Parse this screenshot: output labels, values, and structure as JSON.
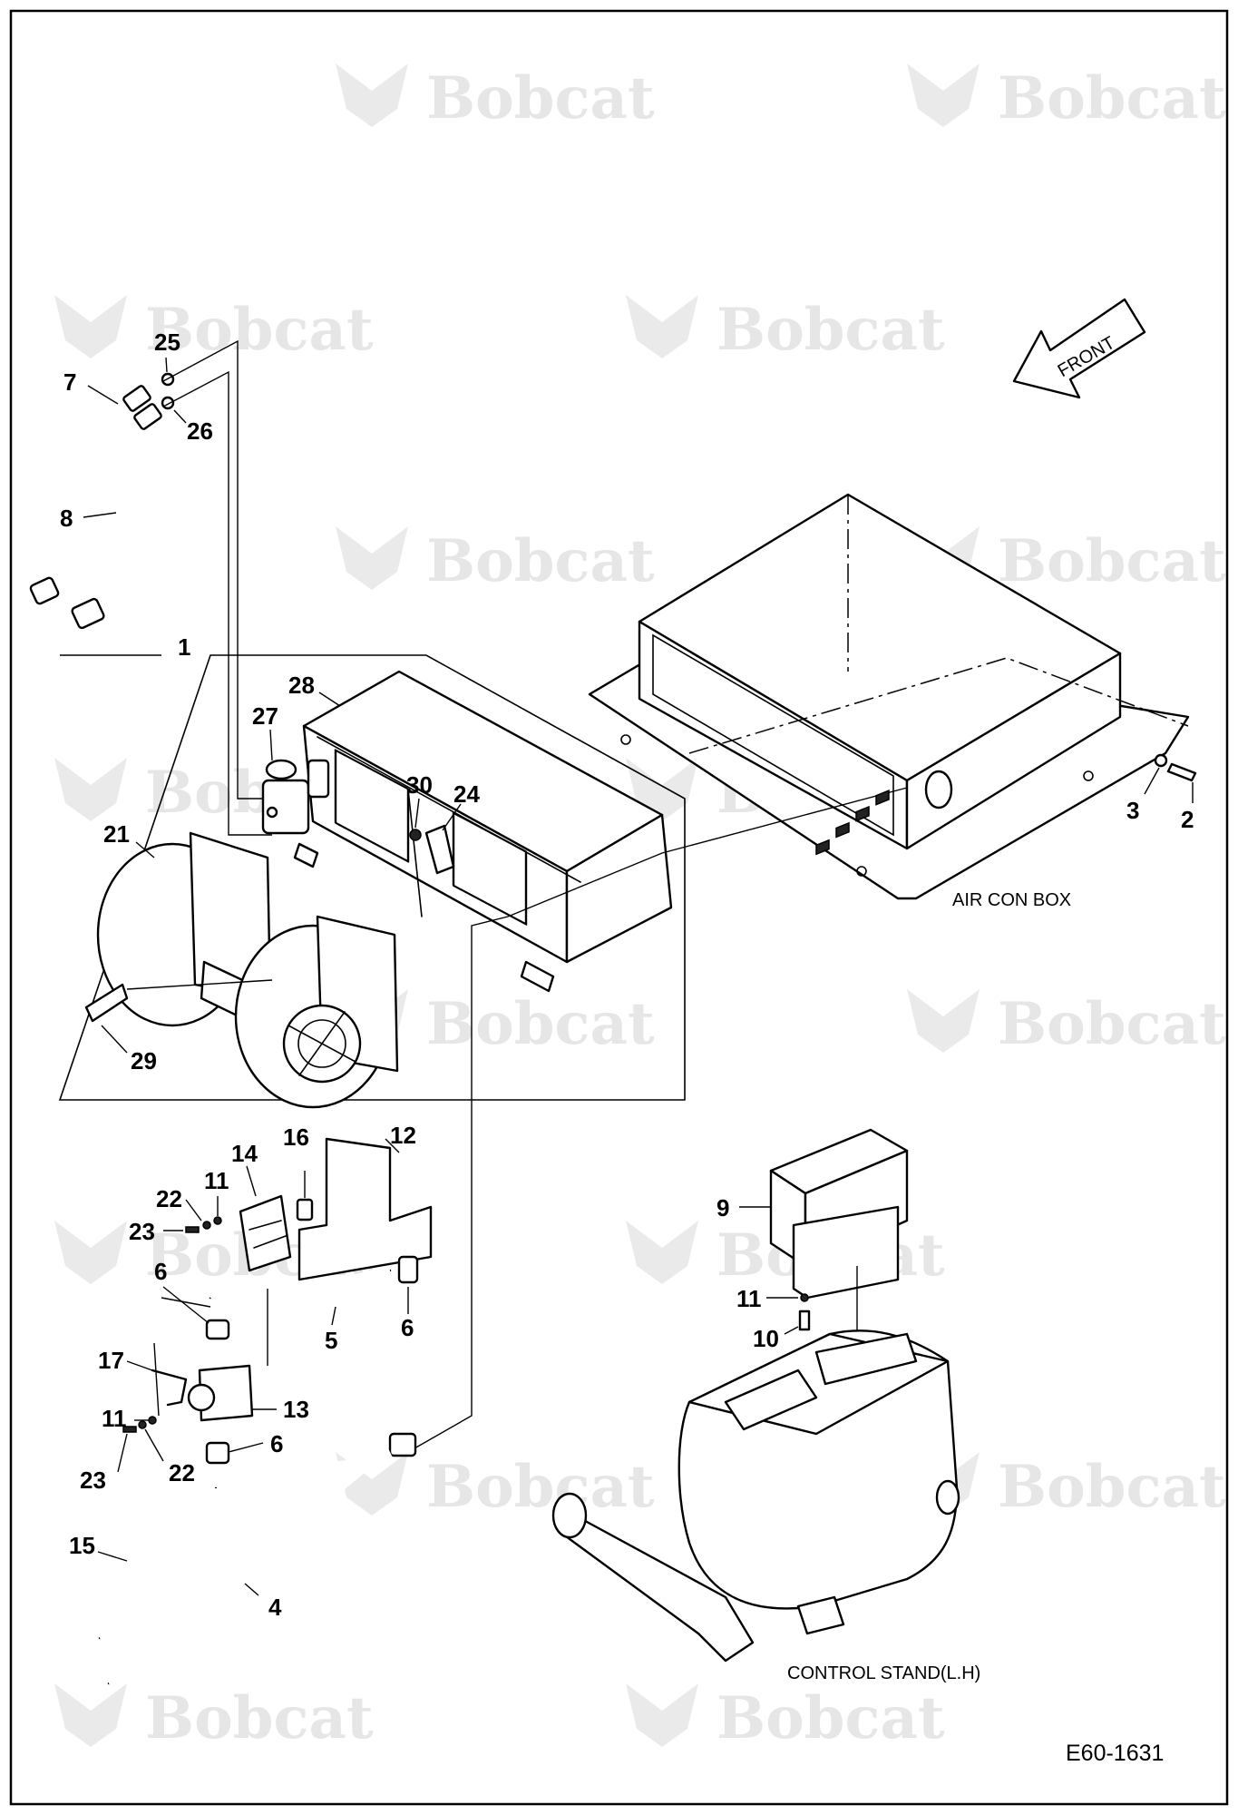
{
  "watermark": {
    "brand": "Bobcat"
  },
  "drawing_code": "E60-1631",
  "front_label": "FRONT",
  "assembly_labels": {
    "air_con_box": "AIR CON BOX",
    "control_stand": "CONTROL STAND(L.H)"
  },
  "callouts": {
    "n1": "1",
    "n2": "2",
    "n3": "3",
    "n4": "4",
    "n5": "5",
    "n6a": "6",
    "n6b": "6",
    "n6c": "6",
    "n7": "7",
    "n8": "8",
    "n9": "9",
    "n10": "10",
    "n11a": "11",
    "n11b": "11",
    "n11c": "11",
    "n12": "12",
    "n13": "13",
    "n14": "14",
    "n15": "15",
    "n16": "16",
    "n17": "17",
    "n21": "21",
    "n22a": "22",
    "n22b": "22",
    "n23a": "23",
    "n23b": "23",
    "n24": "24",
    "n25": "25",
    "n26": "26",
    "n27": "27",
    "n28": "28",
    "n29": "29",
    "n30": "30"
  }
}
